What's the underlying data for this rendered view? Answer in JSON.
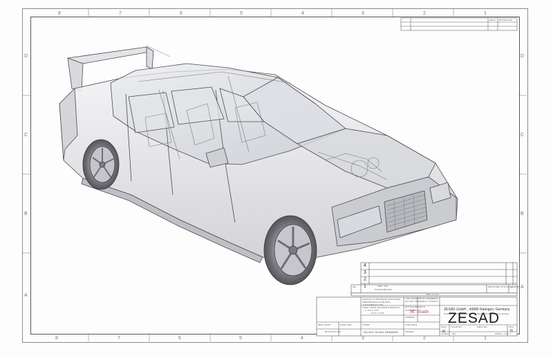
{
  "sheet": {
    "zones_top": [
      "8",
      "7",
      "6",
      "5",
      "4",
      "3",
      "2",
      "1"
    ],
    "zones_bottom": [
      "8",
      "7",
      "6",
      "5",
      "4",
      "3",
      "2",
      "1"
    ],
    "rows_left": [
      "D",
      "C",
      "B",
      "A"
    ],
    "rows_right": [
      "D",
      "C",
      "B",
      "A"
    ]
  },
  "revision_header": {
    "date": "DATE",
    "approved": "APPROVED"
  },
  "revision_rows": [
    "4",
    "3",
    "2",
    "1"
  ],
  "title_block": {
    "part_no_label": "PART NO",
    "part_no_value": "REVIKPARCHO",
    "no_label": "NO",
    "rev_label": "REV",
    "material_spec": "MATERIAL SPECIFICATION",
    "qty_label": "QTY",
    "parts_list": "PARTS LIST",
    "unless_otherwise": "UNLESS OTHERWISE SPECIFIED",
    "dimensions_inches": "DIMENSIONS IN INCHES",
    "tolerances": "TOLERANCES ON",
    "fractions": "FRACTIONS  DECIMALS  ANGLES",
    "tol_values_1": "±    .XX  ±  .XXX",
    "tol_values_2": ".XXX  ±  .XXX",
    "cad_generated": "CAD GENERATED DRAWING",
    "do_not_manually_update": "DO NOT MANUALLY UPDATE",
    "approvals": "APPROVALS",
    "date_col": "DATE",
    "contract": "CONTRACT",
    "drawn": "DRAWN",
    "checked": "CHECKED",
    "issued": "ISSUED",
    "finish": "FINISH",
    "next_assy": "NEXT ASSY",
    "used_on": "USED ON",
    "application": "APPLICATION",
    "do_not_scale": "DO NOT SCALE DRAWING",
    "size_label": "SIZE",
    "size_value": "B",
    "fscm_label": "FSCM NO",
    "dwg_label": "DWG NO",
    "rev_value": "B",
    "scale_label": "SCALE",
    "scale_value": "NO",
    "sheet_label": "SHEET 1 OF 1",
    "signature": "M. Stade",
    "company_name": "ZESAD GmbH , 40885 Ratingen, Germany",
    "company_tagline": "Deutsche Entwicklungsgesellschaft Spezialdienste Automotive Designs",
    "logo": "ZESAD"
  },
  "colors": {
    "line": "#555555",
    "frame": "#8a8a8a",
    "signature": "#b0303a"
  }
}
